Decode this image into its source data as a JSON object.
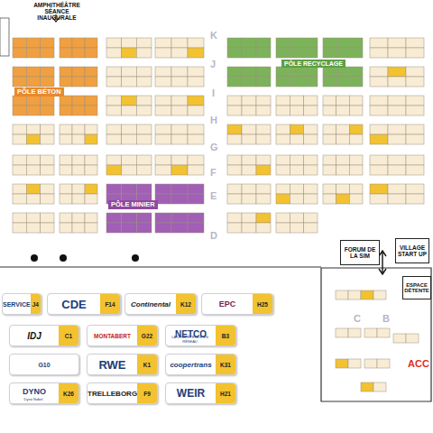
{
  "diagram": {
    "nodes": [
      {
        "text": [
          "FORUM DE LA SIM"
        ]
      },
      {
        "text": [
          "VILLAGE START UP"
        ]
      },
      {
        "text": [
          "ESPACE DÉTENTE"
        ]
      },
      {
        "text": [
          "SERVICE",
          "J4"
        ]
      },
      {
        "text": [
          "CDE",
          "F14"
        ]
      },
      {
        "text": [
          "Continental",
          "K12"
        ]
      },
      {
        "text": [
          "EPC",
          "H25"
        ]
      },
      {
        "text": [
          "IDJ",
          "C1"
        ]
      },
      {
        "text": [
          "MONTABERT",
          "G22"
        ]
      },
      {
        "text": [
          "NETCO",
          "LA COMPÉTENCE EN RÉSEAU",
          "B3"
        ]
      },
      {
        "text": [
          "G10"
        ]
      },
      {
        "text": [
          "RWE",
          "K1"
        ]
      },
      {
        "text": [
          "coopertrans",
          "K31"
        ]
      },
      {
        "text": [
          "DYNO",
          "Dyno Nobel",
          "K26"
        ]
      },
      {
        "text": [
          "TRELLEBORG",
          "F9"
        ]
      },
      {
        "text": [
          "WEIR",
          "H21"
        ]
      }
    ],
    "labels": [
      "AMPHITHÉÂTRE SÉANCE INAUGURALE",
      "PÔLE BÉTON",
      "PÔLE RECYCLAGE",
      "PÔLE MINIER",
      "K",
      "J",
      "I",
      "H",
      "G",
      "F",
      "E",
      "D",
      "C",
      "B",
      "ACC"
    ]
  }
}
